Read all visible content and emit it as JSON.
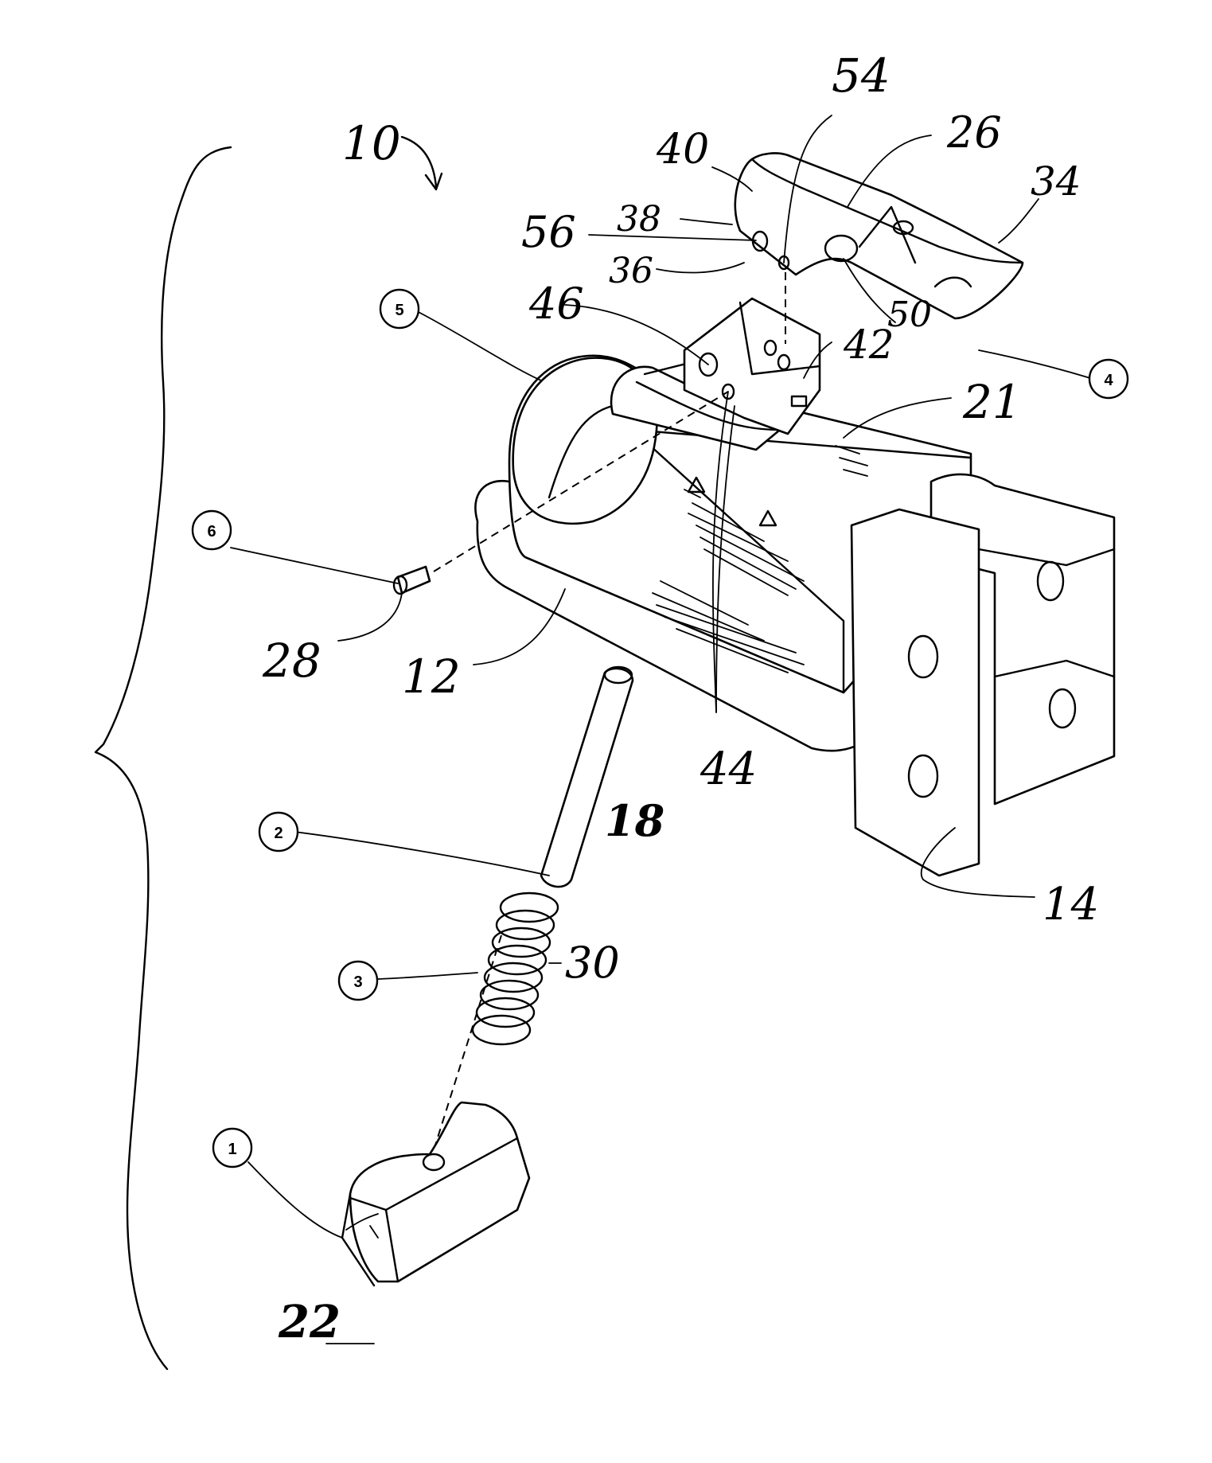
{
  "figure": {
    "assembly_label": "10",
    "callouts": [
      {
        "id": "c-54",
        "text": "54"
      },
      {
        "id": "c-26",
        "text": "26"
      },
      {
        "id": "c-40",
        "text": "40"
      },
      {
        "id": "c-34",
        "text": "34"
      },
      {
        "id": "c-38",
        "text": "38"
      },
      {
        "id": "c-56",
        "text": "56"
      },
      {
        "id": "c-36",
        "text": "36"
      },
      {
        "id": "c-46",
        "text": "46"
      },
      {
        "id": "c-50",
        "text": "50"
      },
      {
        "id": "c-42",
        "text": "42"
      },
      {
        "id": "c-21",
        "text": "21"
      },
      {
        "id": "c-28",
        "text": "28"
      },
      {
        "id": "c-12",
        "text": "12"
      },
      {
        "id": "c-44",
        "text": "44"
      },
      {
        "id": "c-18",
        "text": "18"
      },
      {
        "id": "c-14",
        "text": "14"
      },
      {
        "id": "c-30",
        "text": "30"
      },
      {
        "id": "c-22",
        "text": "22"
      }
    ],
    "circled_numbers": [
      {
        "id": "n-1",
        "text": "1"
      },
      {
        "id": "n-2",
        "text": "2"
      },
      {
        "id": "n-3",
        "text": "3"
      },
      {
        "id": "n-4",
        "text": "4"
      },
      {
        "id": "n-5",
        "text": "5"
      },
      {
        "id": "n-6",
        "text": "6"
      }
    ]
  }
}
